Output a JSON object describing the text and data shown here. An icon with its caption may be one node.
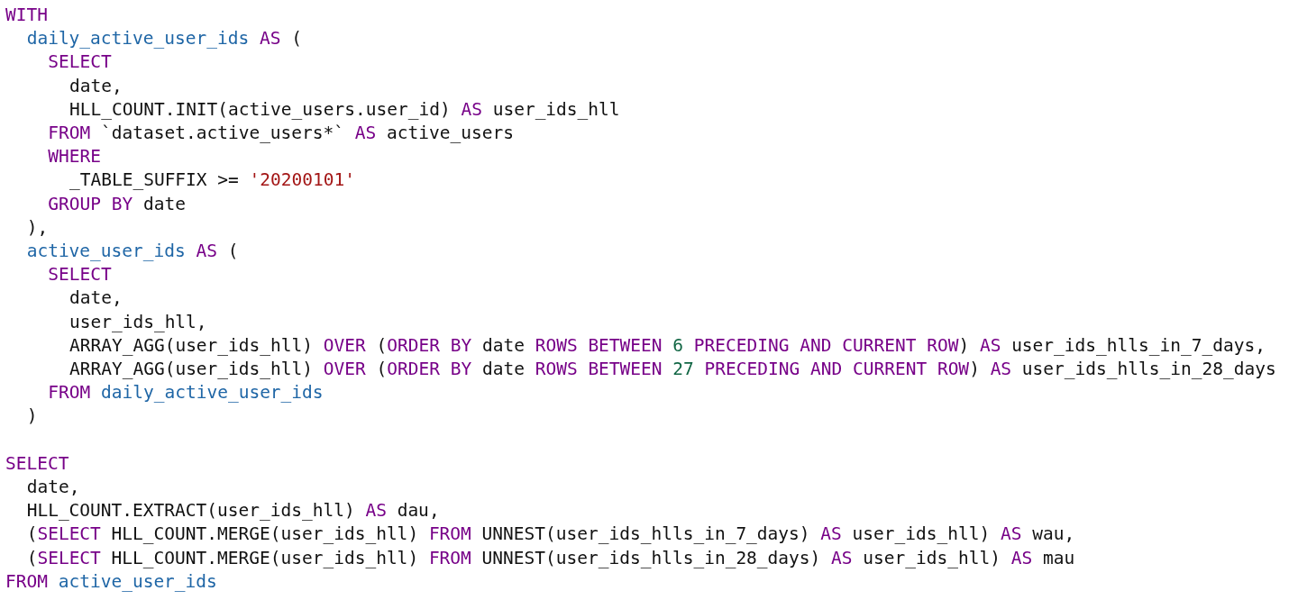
{
  "diagram": {
    "labels": [
      "WITH",
      "daily_active_user_ids AS (",
      "SELECT",
      "date,",
      "HLL_COUNT.INIT(active_users.user_id) AS user_ids_hll",
      "FROM `dataset.active_users*` AS active_users",
      "WHERE",
      "_TABLE_SUFFIX >= '20200101'",
      "GROUP BY date",
      "),",
      "active_user_ids AS (",
      "SELECT",
      "date,",
      "user_ids_hll,",
      "ARRAY_AGG(user_ids_hll) OVER (ORDER BY date ROWS BETWEEN 6 PRECEDING AND CURRENT ROW) AS user_ids_hlls_in_7_days,",
      "ARRAY_AGG(user_ids_hll) OVER (ORDER BY date ROWS BETWEEN 27 PRECEDING AND CURRENT ROW) AS user_ids_hlls_in_28_days",
      "FROM daily_active_user_ids",
      ")",
      "SELECT",
      "date,",
      "HLL_COUNT.EXTRACT(user_ids_hll) AS dau,",
      "(SELECT HLL_COUNT.MERGE(user_ids_hll) FROM UNNEST(user_ids_hlls_in_7_days) AS user_ids_hll) AS wau,",
      "(SELECT HLL_COUNT.MERGE(user_ids_hll) FROM UNNEST(user_ids_hlls_in_28_days) AS user_ids_hll) AS mau",
      "FROM active_user_ids"
    ]
  }
}
